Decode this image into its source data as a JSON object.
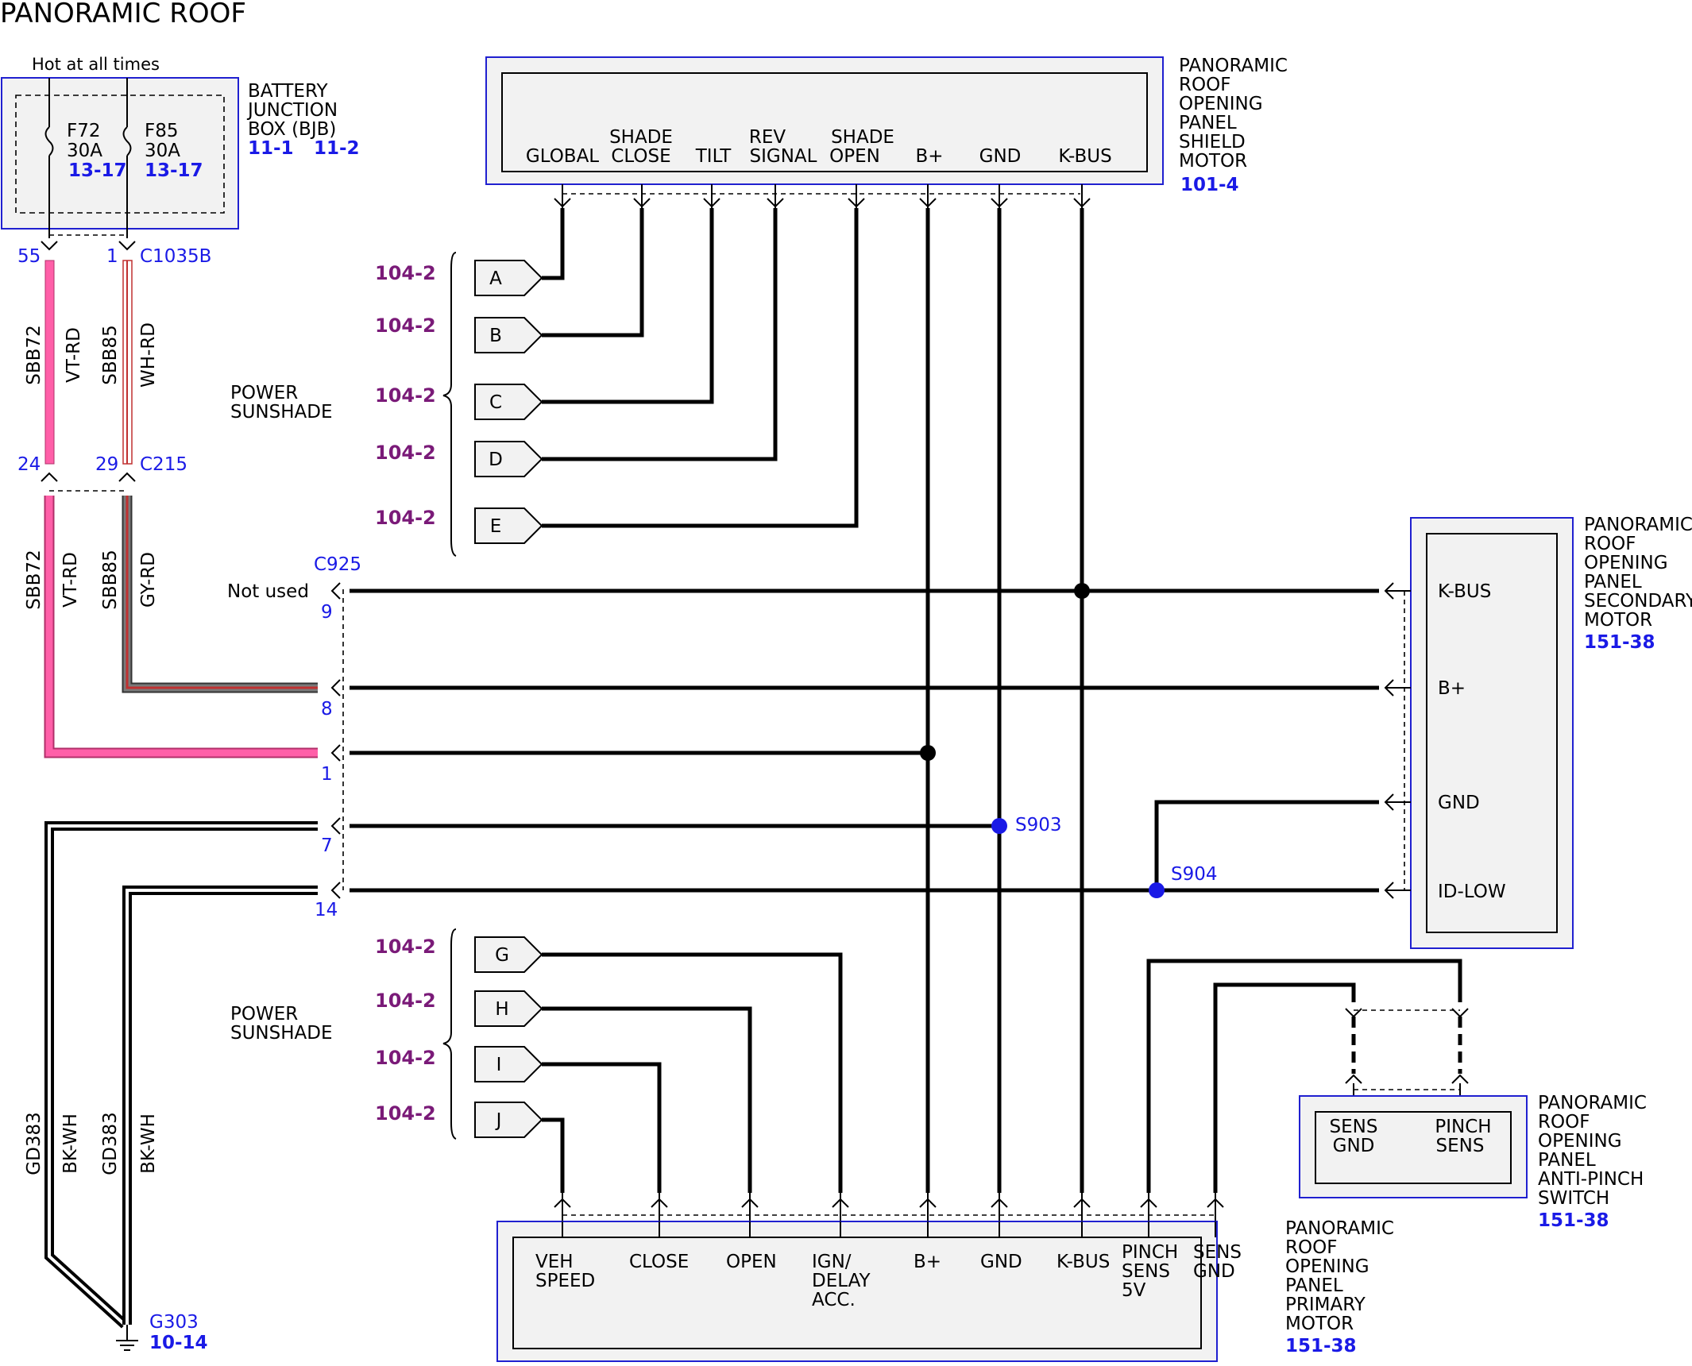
{
  "title": "PANORAMIC ROOF",
  "bjb": {
    "hot_label": "Hot at all times",
    "name_lines": [
      "BATTERY",
      "JUNCTION",
      "BOX (BJB)"
    ],
    "ref1": "11-1",
    "ref2": "11-2",
    "fuses": [
      {
        "name": "F72",
        "rating": "30A",
        "ref": "13-17"
      },
      {
        "name": "F85",
        "rating": "30A",
        "ref": "13-17"
      }
    ]
  },
  "connectors": {
    "c1035b": {
      "name": "C1035B",
      "pin_a": "55",
      "pin_b": "1"
    },
    "c215": {
      "name": "C215",
      "pin_a": "24",
      "pin_b": "29"
    },
    "c925": {
      "name": "C925",
      "pins": [
        "9",
        "8",
        "1",
        "7",
        "14"
      ],
      "not_used": "Not used"
    }
  },
  "circuits": [
    {
      "code": "SBB72",
      "color": "VT-RD"
    },
    {
      "code": "SBB85",
      "color": "WH-RD"
    },
    {
      "code": "SBB72",
      "color": "VT-RD"
    },
    {
      "code": "SBB85",
      "color": "GY-RD"
    },
    {
      "code": "GD383",
      "color": "BK-WH"
    },
    {
      "code": "GD383",
      "color": "BK-WH"
    }
  ],
  "wire_colors": {
    "violet_red": "#ff5fa8",
    "white_red": "#c03030",
    "gray_red": "#7a7a7a"
  },
  "power_sunshade_label": [
    "POWER",
    "SUNSHADE"
  ],
  "shield_motor": {
    "name_lines": [
      "PANORAMIC",
      "ROOF",
      "OPENING",
      "PANEL",
      "SHIELD",
      "MOTOR"
    ],
    "ref": "101-4",
    "pins": [
      [
        "GLOBAL"
      ],
      [
        "SHADE",
        "CLOSE"
      ],
      [
        "TILT"
      ],
      [
        "REV",
        "SIGNAL"
      ],
      [
        "SHADE",
        "OPEN"
      ],
      [
        "B+"
      ],
      [
        "GND"
      ],
      [
        "K-BUS"
      ]
    ]
  },
  "secondary_motor": {
    "name_lines": [
      "PANORAMIC",
      "ROOF",
      "OPENING",
      "PANEL",
      "SECONDARY",
      "MOTOR"
    ],
    "ref": "151-38",
    "pins": [
      "K-BUS",
      "B+",
      "GND",
      "ID-LOW"
    ]
  },
  "primary_motor": {
    "name_lines": [
      "PANORAMIC",
      "ROOF",
      "OPENING",
      "PANEL",
      "PRIMARY",
      "MOTOR"
    ],
    "ref": "151-38",
    "pins": [
      [
        "VEH",
        "SPEED"
      ],
      [
        "CLOSE"
      ],
      [
        "OPEN"
      ],
      [
        "IGN/",
        "DELAY",
        "ACC."
      ],
      [
        "B+"
      ],
      [
        "GND"
      ],
      [
        "K-BUS"
      ],
      [
        "PINCH",
        "SENS",
        "5V"
      ],
      [
        "SENS",
        "GND"
      ]
    ]
  },
  "antipinch_switch": {
    "name_lines": [
      "PANORAMIC",
      "ROOF",
      "OPENING",
      "PANEL",
      "ANTI-PINCH",
      "SWITCH"
    ],
    "ref": "151-38",
    "pins": [
      [
        "SENS",
        "GND"
      ],
      [
        "PINCH",
        "SENS"
      ]
    ]
  },
  "tags_top": [
    {
      "letter": "A",
      "ref": "104-2"
    },
    {
      "letter": "B",
      "ref": "104-2"
    },
    {
      "letter": "C",
      "ref": "104-2"
    },
    {
      "letter": "D",
      "ref": "104-2"
    },
    {
      "letter": "E",
      "ref": "104-2"
    }
  ],
  "tags_bottom": [
    {
      "letter": "G",
      "ref": "104-2"
    },
    {
      "letter": "H",
      "ref": "104-2"
    },
    {
      "letter": "I",
      "ref": "104-2"
    },
    {
      "letter": "J",
      "ref": "104-2"
    }
  ],
  "splices": {
    "s903": "S903",
    "s904": "S904"
  },
  "ground": {
    "name": "G303",
    "ref": "10-14"
  }
}
